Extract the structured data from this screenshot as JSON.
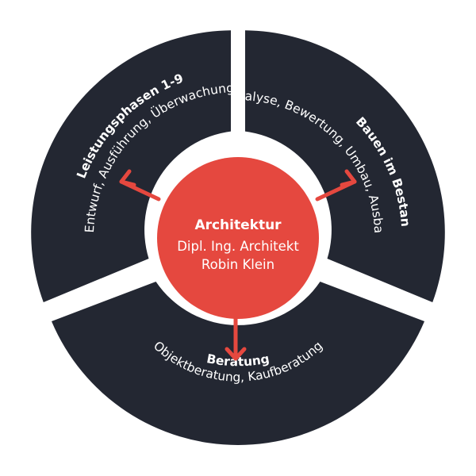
{
  "colors": {
    "segment": "#232732",
    "accent": "#e5483f",
    "background": "#ffffff",
    "text": "#ffffff"
  },
  "segments": {
    "left": {
      "title": "Leistungsphasen 1-9",
      "line1": "Entwurf, Ausführung, Überwachung..."
    },
    "right": {
      "title": "Bauen im Bestand",
      "line1": "Analyse, Bewertung, Umbau, Ausbau"
    },
    "bottom": {
      "title": "Beratung",
      "line1": "Objektberatung, Kaufberatung"
    }
  },
  "center": {
    "title": "Architektur",
    "line1": "Dipl. Ing. Architekt",
    "line2": "Robin Klein"
  }
}
